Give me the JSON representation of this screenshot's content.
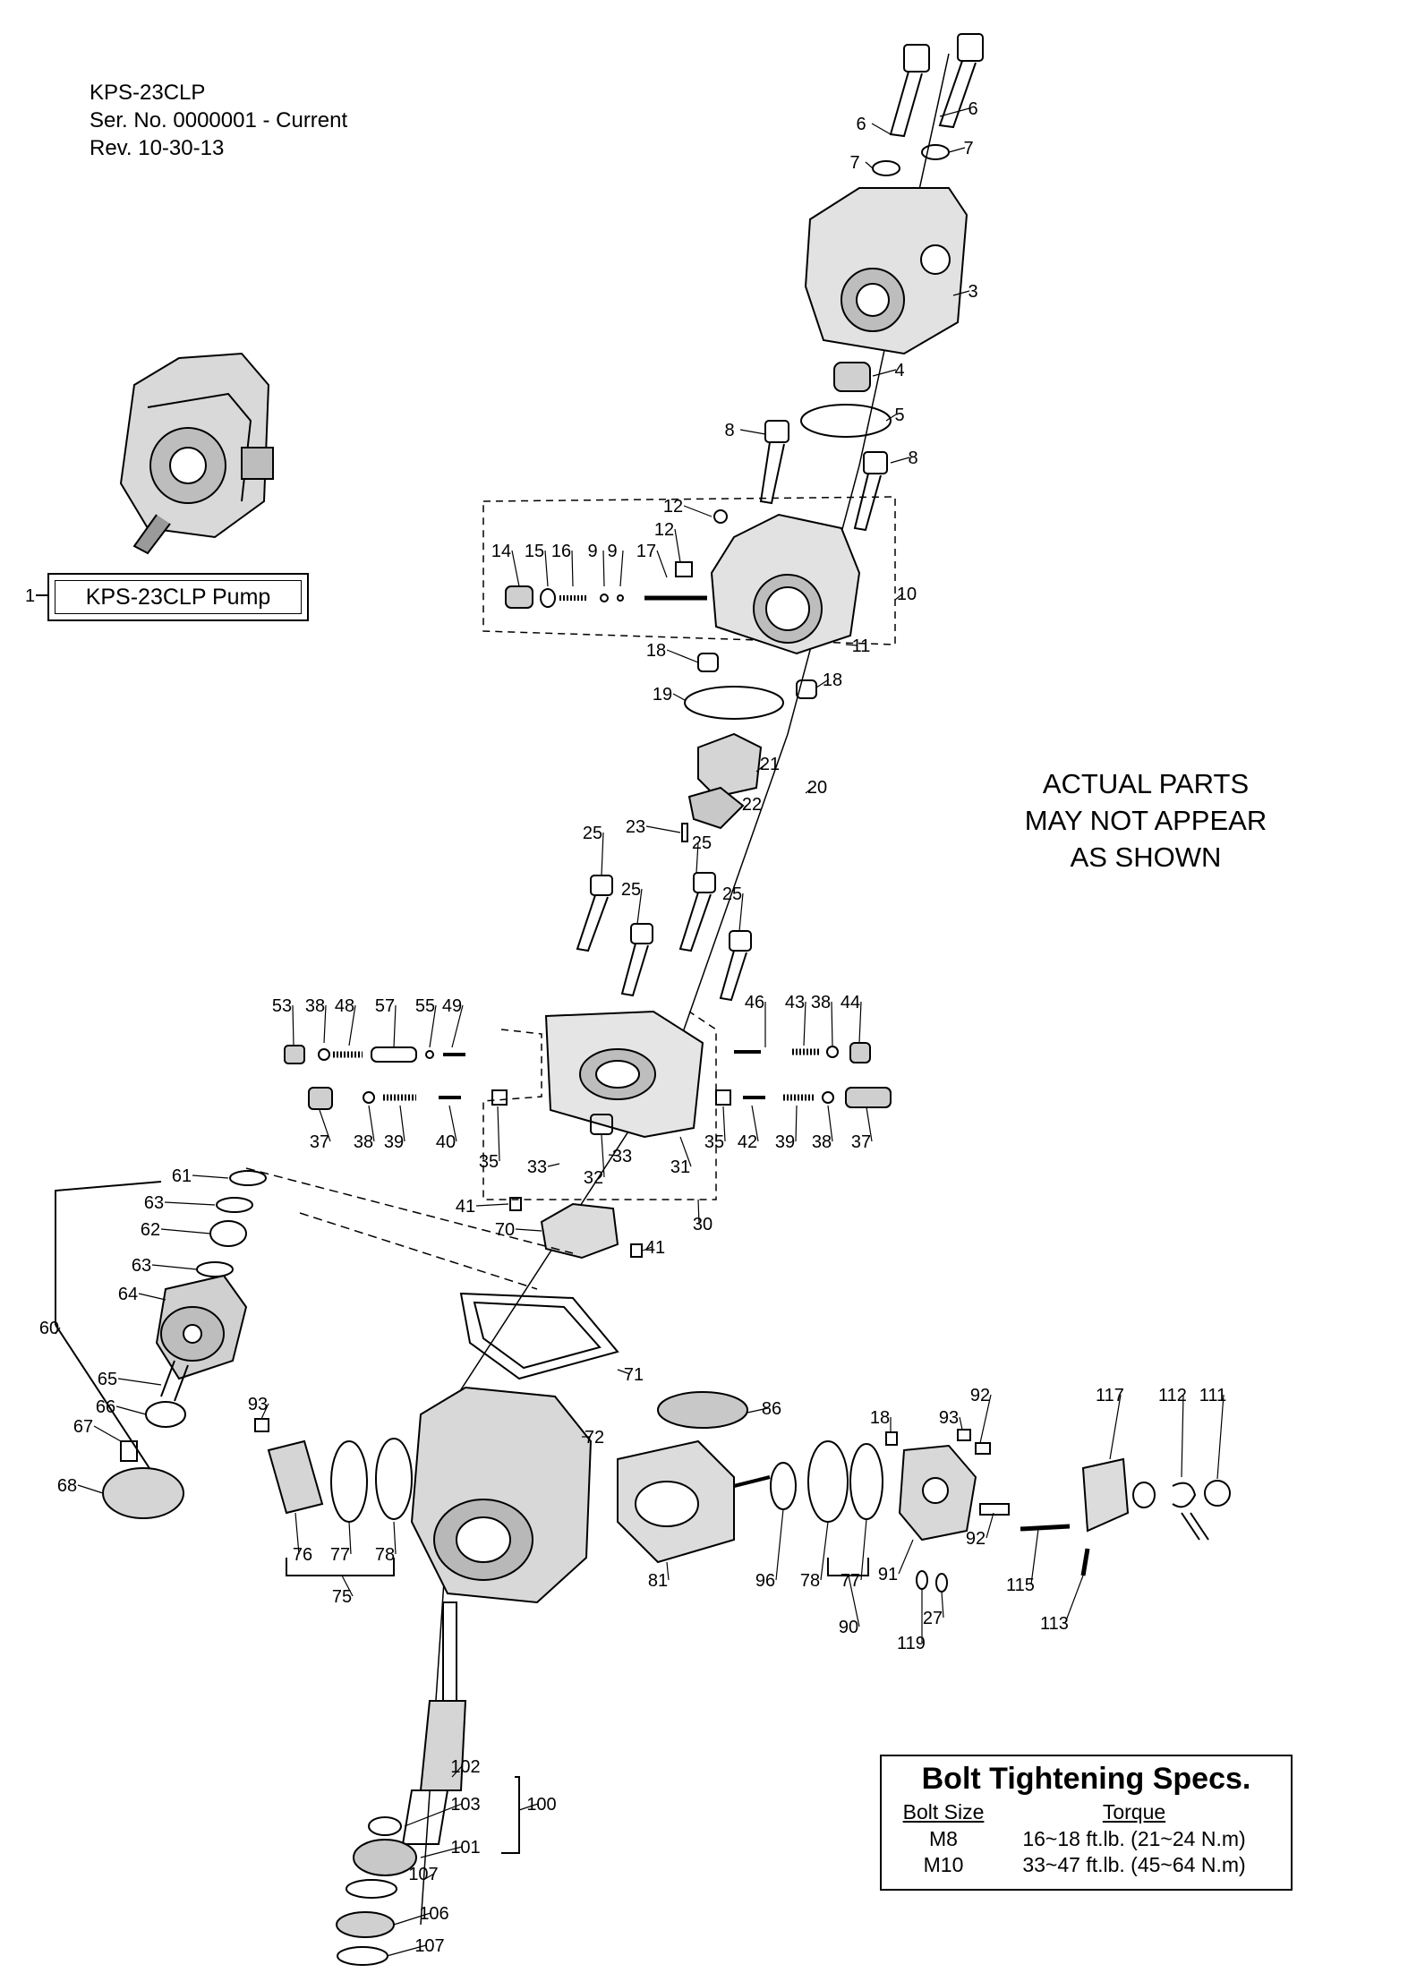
{
  "header": {
    "model": "KPS-23CLP",
    "serial": "Ser. No. 0000001 - Current",
    "revision": "Rev. 10-30-13"
  },
  "assembly_label": {
    "ref": "1",
    "text": "KPS-23CLP Pump"
  },
  "notice": {
    "line1": "ACTUAL PARTS",
    "line2": "MAY NOT APPEAR",
    "line3": "AS SHOWN"
  },
  "specs": {
    "title": "Bolt Tightening Specs.",
    "col_bolt": "Bolt Size",
    "col_torque": "Torque",
    "rows": [
      {
        "bolt": "M8",
        "torque": "16~18 ft.lb. (21~24 N.m)"
      },
      {
        "bolt": "M10",
        "torque": "33~47 ft.lb. (45~64 N.m)"
      }
    ]
  },
  "callouts": [
    "6",
    "6",
    "7",
    "7",
    "3",
    "4",
    "5",
    "8",
    "8",
    "12",
    "12",
    "14",
    "15",
    "16",
    "9",
    "9",
    "17",
    "10",
    "11",
    "18",
    "18",
    "19",
    "21",
    "20",
    "22",
    "23",
    "25",
    "25",
    "25",
    "25",
    "53",
    "38",
    "48",
    "57",
    "55",
    "49",
    "46",
    "43",
    "38",
    "44",
    "37",
    "38",
    "39",
    "40",
    "35",
    "33",
    "33",
    "32",
    "31",
    "35",
    "42",
    "39",
    "38",
    "37",
    "41",
    "30",
    "70",
    "41",
    "61",
    "63",
    "62",
    "63",
    "64",
    "60",
    "65",
    "66",
    "67",
    "68",
    "71",
    "72",
    "86",
    "93",
    "18",
    "93",
    "92",
    "117",
    "112",
    "111",
    "76",
    "77",
    "78",
    "75",
    "81",
    "96",
    "78",
    "77",
    "91",
    "92",
    "115",
    "113",
    "90",
    "119",
    "27",
    "102",
    "103",
    "100",
    "101",
    "107",
    "106",
    "107"
  ]
}
